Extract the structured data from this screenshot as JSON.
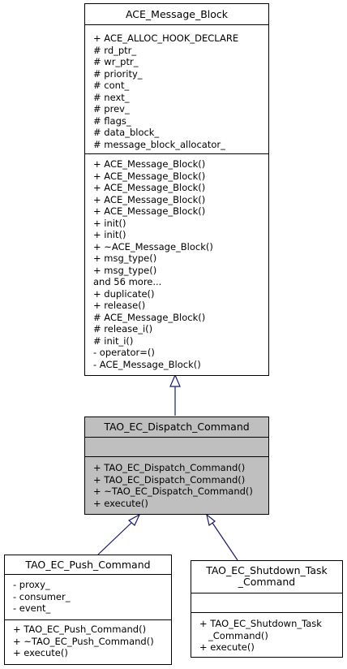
{
  "classes": {
    "message_block": {
      "name": "ACE_Message_Block",
      "attributes": [
        "+ ACE_ALLOC_HOOK_DECLARE",
        "# rd_ptr_",
        "# wr_ptr_",
        "# priority_",
        "# cont_",
        "# next_",
        "# prev_",
        "# flags_",
        "# data_block_",
        "# message_block_allocator_"
      ],
      "methods": [
        "+ ACE_Message_Block()",
        "+ ACE_Message_Block()",
        "+ ACE_Message_Block()",
        "+ ACE_Message_Block()",
        "+ ACE_Message_Block()",
        "+ init()",
        "+ init()",
        "+ ~ACE_Message_Block()",
        "+ msg_type()",
        "+ msg_type()",
        "and 56 more...",
        "+ duplicate()",
        "+ release()",
        "# ACE_Message_Block()",
        "# release_i()",
        "# init_i()",
        "- operator=()",
        "- ACE_Message_Block()"
      ]
    },
    "dispatch_command": {
      "name": "TAO_EC_Dispatch_Command",
      "attributes": [],
      "methods": [
        "+ TAO_EC_Dispatch_Command()",
        "+ TAO_EC_Dispatch_Command()",
        "+ ~TAO_EC_Dispatch_Command()",
        "+ execute()"
      ]
    },
    "push_command": {
      "name": "TAO_EC_Push_Command",
      "attributes": [
        "- proxy_",
        "- consumer_",
        "- event_"
      ],
      "methods": [
        "+ TAO_EC_Push_Command()",
        "+ ~TAO_EC_Push_Command()",
        "+ execute()"
      ]
    },
    "shutdown_task_command": {
      "name_line1": "TAO_EC_Shutdown_Task",
      "name_line2": "_Command",
      "attributes": [],
      "methods": [
        "+ TAO_EC_Shutdown_Task",
        "_Command()",
        "+ execute()"
      ]
    }
  },
  "colors": {
    "highlight_fill": "#bfbfbf",
    "edge_stroke": "#191970"
  }
}
